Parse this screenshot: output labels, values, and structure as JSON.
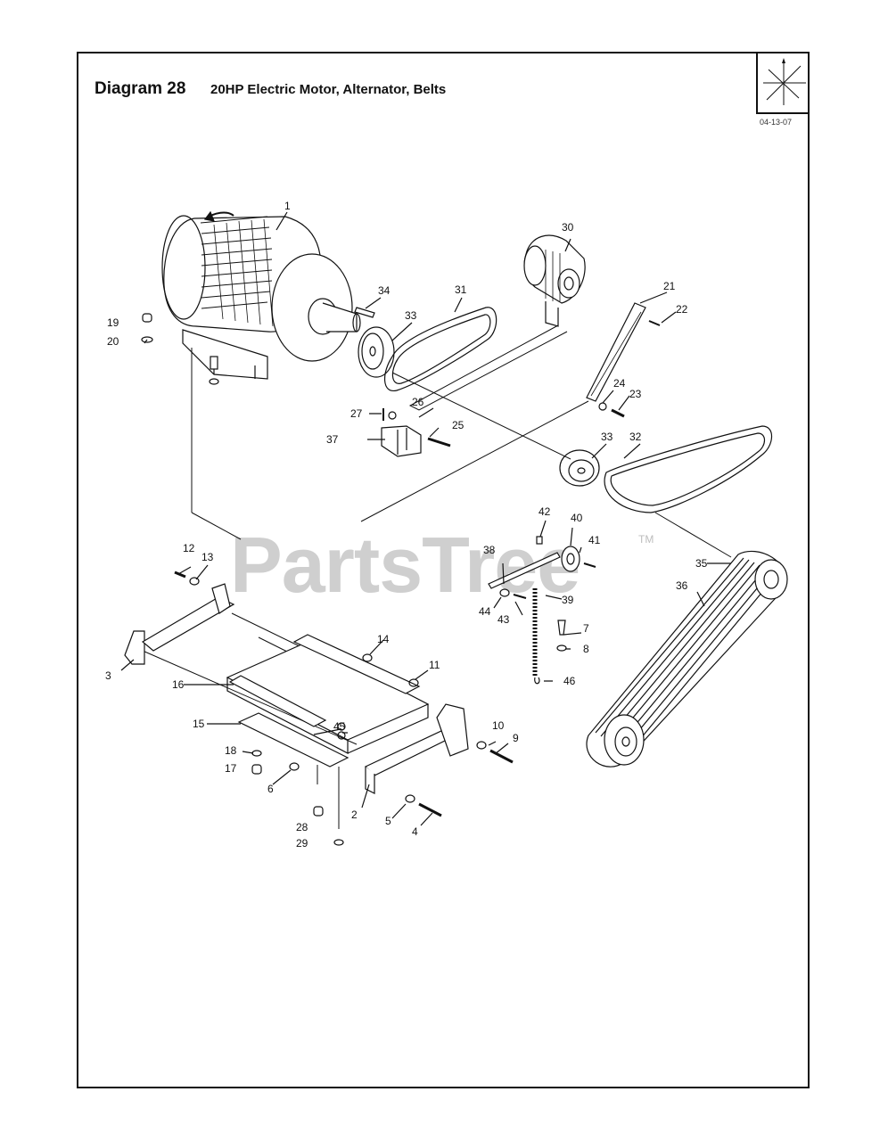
{
  "header": {
    "title": "Diagram 28",
    "subtitle": "20HP Electric Motor, Alternator, Belts",
    "date": "04-13-07"
  },
  "watermark": {
    "text": "PartsTree",
    "trademark": "TM"
  },
  "callouts": [
    "1",
    "2",
    "3",
    "4",
    "5",
    "6",
    "7",
    "8",
    "9",
    "10",
    "11",
    "12",
    "13",
    "14",
    "15",
    "16",
    "17",
    "18",
    "19",
    "20",
    "21",
    "22",
    "23",
    "24",
    "25",
    "26",
    "27",
    "28",
    "29",
    "30",
    "31",
    "32",
    "33",
    "33",
    "34",
    "35",
    "36",
    "37",
    "38",
    "39",
    "40",
    "41",
    "42",
    "43",
    "44",
    "45",
    "46"
  ],
  "colors": {
    "ink": "#111111",
    "watermark": "#cfcfcf"
  }
}
